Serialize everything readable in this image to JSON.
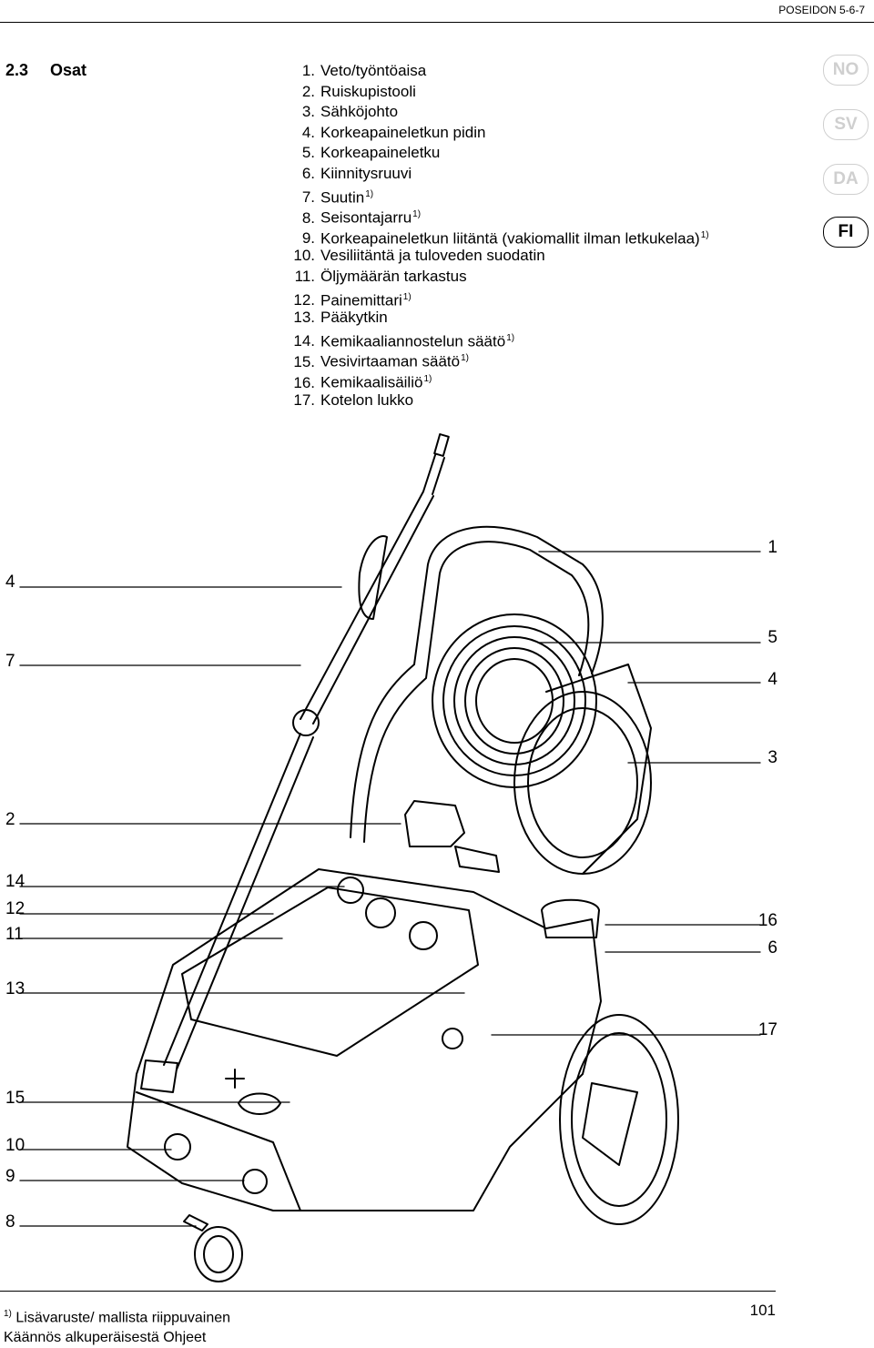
{
  "header": {
    "model": "POSEIDON 5-6-7"
  },
  "section": {
    "number": "2.3",
    "title": "Osat"
  },
  "parts": [
    {
      "num": "1.",
      "label": "Veto/työntöaisa",
      "note": ""
    },
    {
      "num": "2.",
      "label": "Ruiskupistooli",
      "note": ""
    },
    {
      "num": "3.",
      "label": "Sähköjohto",
      "note": ""
    },
    {
      "num": "4.",
      "label": "Korkeapaineletkun pidin",
      "note": ""
    },
    {
      "num": "5.",
      "label": "Korkeapaineletku",
      "note": ""
    },
    {
      "num": "6.",
      "label": "Kiinnitysruuvi",
      "note": ""
    },
    {
      "num": "7.",
      "label": "Suutin",
      "note": "1)"
    },
    {
      "num": "8.",
      "label": "Seisontajarru",
      "note": "1)"
    },
    {
      "num": "9.",
      "label": "Korkeapaineletkun liitäntä (vakiomallit ilman letkukelaa)",
      "note": "1)"
    },
    {
      "num": "10.",
      "label": "Vesiliitäntä ja tuloveden suodatin",
      "note": ""
    },
    {
      "num": "11.",
      "label": "Öljymäärän tarkastus",
      "note": ""
    },
    {
      "num": "12.",
      "label": "Painemittari",
      "note": "1)"
    },
    {
      "num": "13.",
      "label": "Pääkytkin",
      "note": ""
    },
    {
      "num": "14.",
      "label": "Kemikaaliannostelun säätö",
      "note": "1)"
    },
    {
      "num": "15.",
      "label": "Vesivirtaaman säätö",
      "note": "1)"
    },
    {
      "num": "16.",
      "label": "Kemikaalisäiliö",
      "note": "1)"
    },
    {
      "num": "17.",
      "label": "Kotelon lukko",
      "note": ""
    }
  ],
  "languages": [
    {
      "code": "NO",
      "active": false
    },
    {
      "code": "SV",
      "active": false
    },
    {
      "code": "DA",
      "active": false
    },
    {
      "code": "FI",
      "active": true
    }
  ],
  "callouts_left": [
    "4",
    "7",
    "2",
    "14",
    "12",
    "11",
    "13",
    "15",
    "10",
    "9",
    "8"
  ],
  "callouts_right": [
    "1",
    "5",
    "4",
    "3",
    "16",
    "6",
    "17"
  ],
  "footer": {
    "footnote_mark": "1)",
    "footnote_text": "Lisävaruste/ mallista riippuvainen",
    "subtitle": "Käännös alkuperäisestä Ohjeet",
    "page": "101"
  }
}
